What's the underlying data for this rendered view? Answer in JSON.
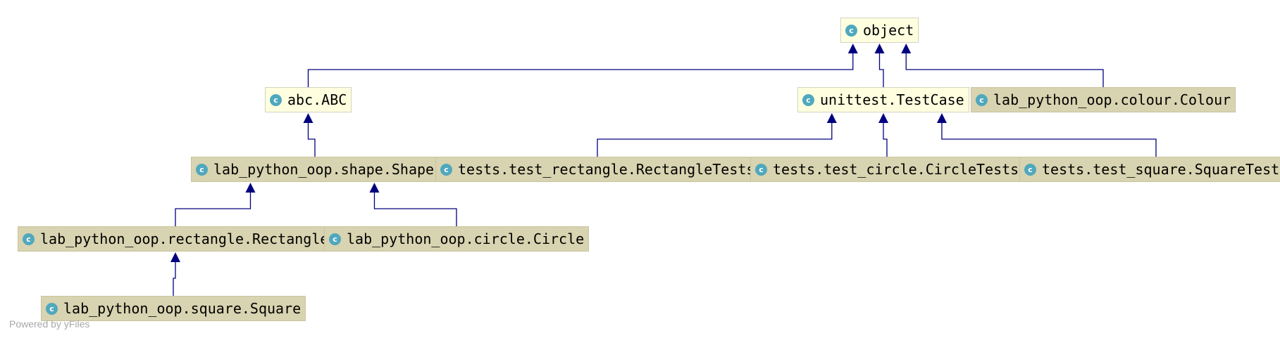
{
  "diagram": {
    "icon_letter": "c",
    "colors": {
      "edge": "#00007f",
      "builtin_fill": "#ffffe0",
      "user_fill": "#d8d3b0",
      "icon": "#4fa8be"
    },
    "nodes": {
      "object": "object",
      "abc": "abc.ABC",
      "testcase": "unittest.TestCase",
      "colour": "lab_python_oop.colour.Colour",
      "shape": "lab_python_oop.shape.Shape",
      "rect_tests": "tests.test_rectangle.RectangleTests",
      "circle_tests": "tests.test_circle.CircleTests",
      "square_tests": "tests.test_square.SquareTests",
      "rectangle": "lab_python_oop.rectangle.Rectangle",
      "circle": "lab_python_oop.circle.Circle",
      "square": "lab_python_oop.square.Square"
    },
    "edges": [
      {
        "from": "abc",
        "to": "object"
      },
      {
        "from": "testcase",
        "to": "object"
      },
      {
        "from": "colour",
        "to": "object"
      },
      {
        "from": "shape",
        "to": "abc"
      },
      {
        "from": "rect_tests",
        "to": "testcase"
      },
      {
        "from": "circle_tests",
        "to": "testcase"
      },
      {
        "from": "square_tests",
        "to": "testcase"
      },
      {
        "from": "rectangle",
        "to": "shape"
      },
      {
        "from": "circle",
        "to": "shape"
      },
      {
        "from": "square",
        "to": "rectangle"
      }
    ]
  },
  "footer": {
    "watermark": "Powered by yFiles"
  }
}
